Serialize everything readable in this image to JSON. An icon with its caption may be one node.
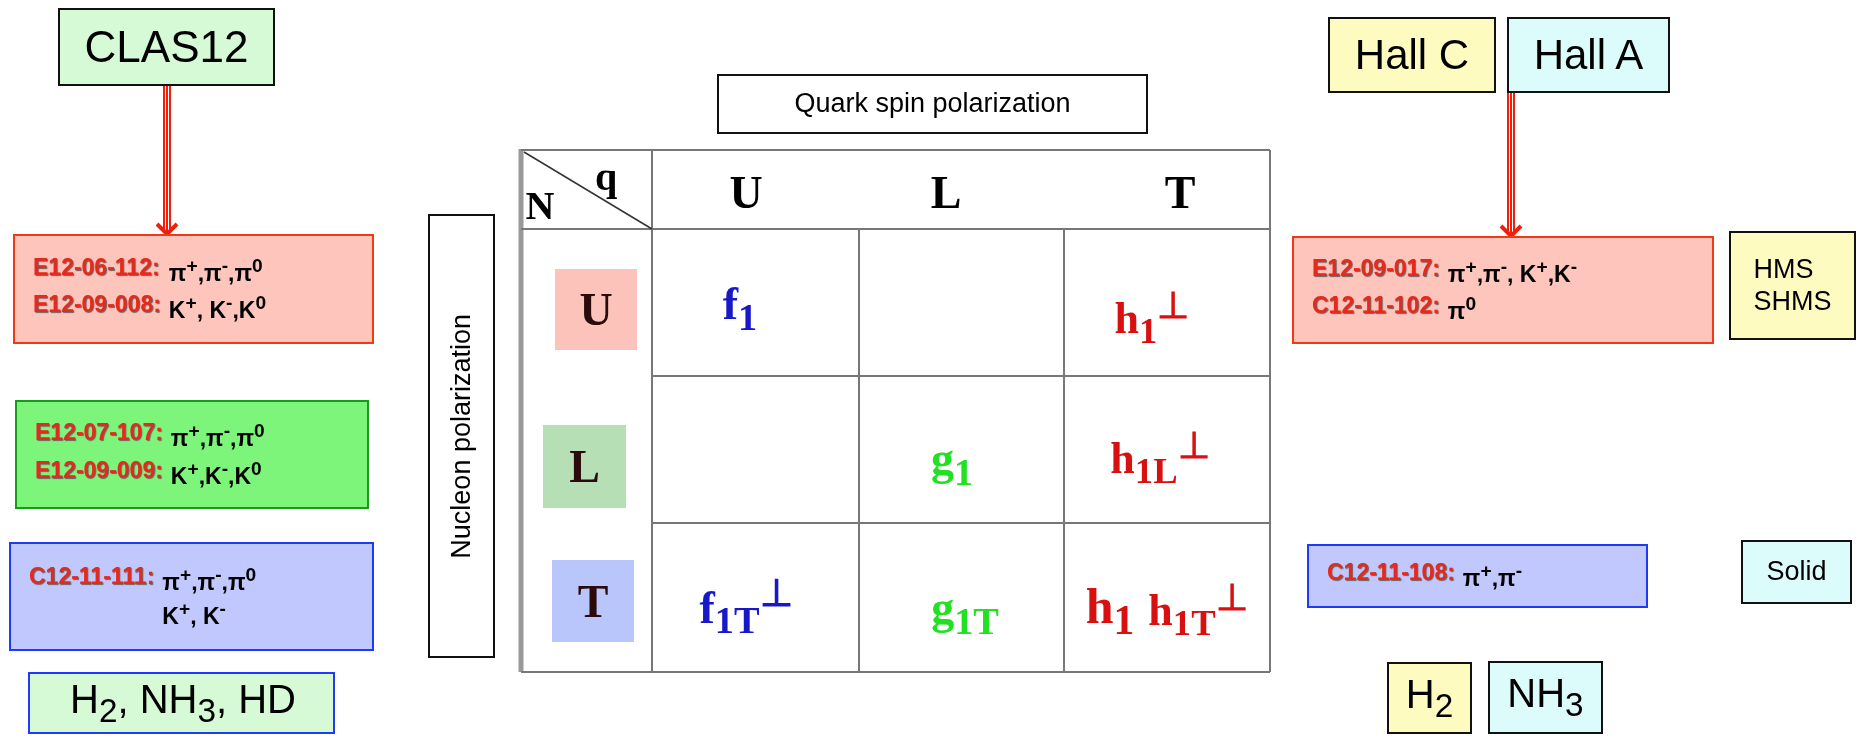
{
  "diagram": {
    "nodes": [
      {
        "text": [
          "CLAS12"
        ]
      },
      {
        "text": [
          "Hall C"
        ]
      },
      {
        "text": [
          "Hall A"
        ]
      },
      {
        "text": [
          "Quark spin polarization"
        ]
      },
      {
        "text": [
          "E12-06-112:",
          "π$^{+}$,π$^{-}$,π$^{0}$",
          "E12-09-008:",
          "K$^{+}$, K$^{-}$,K$^{0}$"
        ]
      },
      {
        "text": [
          "Nucleon polarization"
        ]
      },
      {
        "text": [
          "U"
        ]
      },
      {
        "text": [
          "E12-09-017:",
          "π$^{+}$,π$^{-}$, K$^{+}$,K$^{-}$",
          "C12-11-102:",
          "π$^{0}$"
        ]
      },
      {
        "text": [
          "HMS SHMS"
        ]
      },
      {
        "text": [
          "E12-07-107:",
          "π$^{+}$,π$^{-}$,π$^{0}$",
          "E12-09-009:",
          "K$^{+}$,K$^{-}$,K$^{0}$"
        ]
      },
      {
        "text": [
          "L"
        ]
      },
      {
        "text": [
          "C12-11-111:",
          "π$^{+}$,π$^{-}$,π$^{0}$ K$^{+}$, K$^{-}$"
        ]
      },
      {
        "text": [
          "T"
        ]
      },
      {
        "text": [
          "C12-11-108:",
          "π$^{+}$,π$^{-}$"
        ]
      },
      {
        "text": [
          "Solid"
        ]
      },
      {
        "text": [
          "H$_{2}$, NH$_{3}$, HD"
        ]
      },
      {
        "text": [
          "H$_{2}$"
        ]
      },
      {
        "text": [
          "NH$_{3}$"
        ]
      }
    ],
    "edges": [
      {
        "from": 0,
        "to": 4,
        "arrow": "to"
      },
      {
        "from": 2,
        "to": 7,
        "arrow": "to"
      }
    ],
    "labels": [
      "N",
      "q",
      "U",
      "L",
      "T",
      "f$_{1}$",
      "h$_{1}$$^{⊥}$",
      "g$_{1}$",
      "h$_{1L}$$^{⊥}$",
      "f$_{1T}$$^{⊥}$",
      "g$_{1T}$",
      "h$_{1}$",
      "h$_{1T}$$^{⊥}$"
    ]
  }
}
